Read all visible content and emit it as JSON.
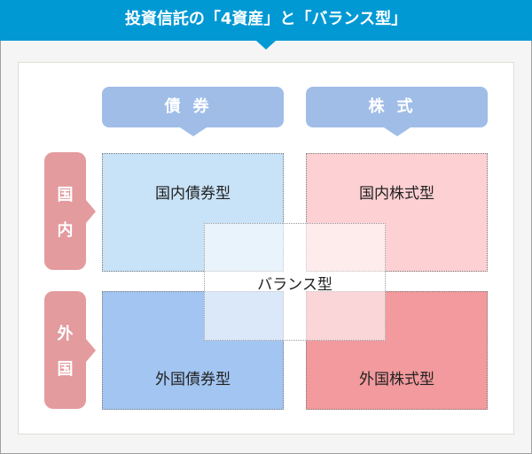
{
  "header": {
    "title": "投資信託の「4資産」と「バランス型」"
  },
  "columns": [
    {
      "label": "債券",
      "color": "#a0bde8"
    },
    {
      "label": "株式",
      "color": "#a0bde8"
    }
  ],
  "rows": [
    {
      "chars": [
        "国",
        "内"
      ],
      "color": "#e39b9e"
    },
    {
      "chars": [
        "外",
        "国"
      ],
      "color": "#e39b9e"
    }
  ],
  "quadrants": {
    "domestic_bond": {
      "label": "国内債券型",
      "color": "#c8e2f7"
    },
    "domestic_stock": {
      "label": "国内株式型",
      "color": "#fdd0d3"
    },
    "foreign_bond": {
      "label": "外国債券型",
      "color": "#a3c5f1"
    },
    "foreign_stock": {
      "label": "外国株式型",
      "color": "#f29a9d"
    }
  },
  "balance": {
    "label": "バランス型"
  },
  "colors": {
    "header_bg": "#0099d4",
    "background": "#f5f5f5",
    "card": "#ffffff"
  }
}
